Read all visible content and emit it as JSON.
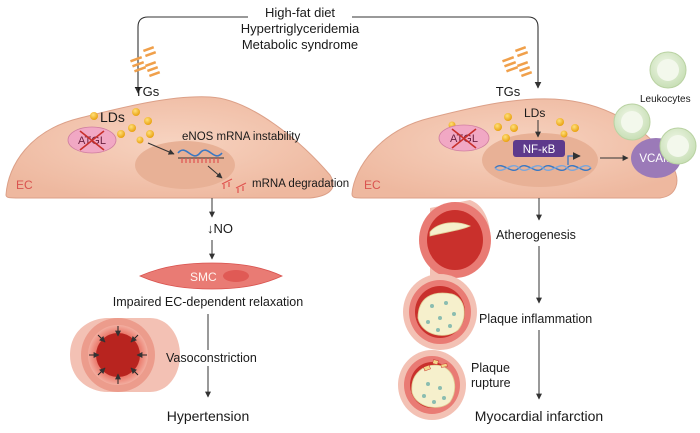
{
  "title_lines": [
    "High-fat diet",
    "Hypertriglyceridemia",
    "Metabolic syndrome"
  ],
  "left": {
    "tgs": "TGs",
    "lds": "LDs",
    "atgl": "ATGL",
    "enos": "eNOS mRNA instability",
    "mrna_deg": "mRNA degradation",
    "ec": "EC",
    "no": "↓NO",
    "smc": "SMC",
    "relax": "Impaired EC-dependent relaxation",
    "vaso": "Vasoconstriction",
    "outcome": "Hypertension"
  },
  "right": {
    "tgs": "TGs",
    "lds": "LDs",
    "atgl": "ATGL",
    "nfkb": "NF-κB",
    "vcam": "VCAM",
    "leuk": "Leukocytes",
    "ec": "EC",
    "athero": "Atherogenesis",
    "plaque_infl": "Plaque inflammation",
    "plaque_rup_1": "Plaque",
    "plaque_rup_2": "rupture",
    "outcome": "Myocardial infarction"
  },
  "colors": {
    "cell": "#f2c6b0",
    "nucleus": "#eab39a",
    "lipid": "#f5b829",
    "atgl": "#f1a8c4",
    "nfkb": "#5d3a8c",
    "vcam": "#9b7ab8",
    "leukocyte": "#dbe9cd",
    "vessel": "#e0534f",
    "plaque": "#f6f0cc"
  }
}
